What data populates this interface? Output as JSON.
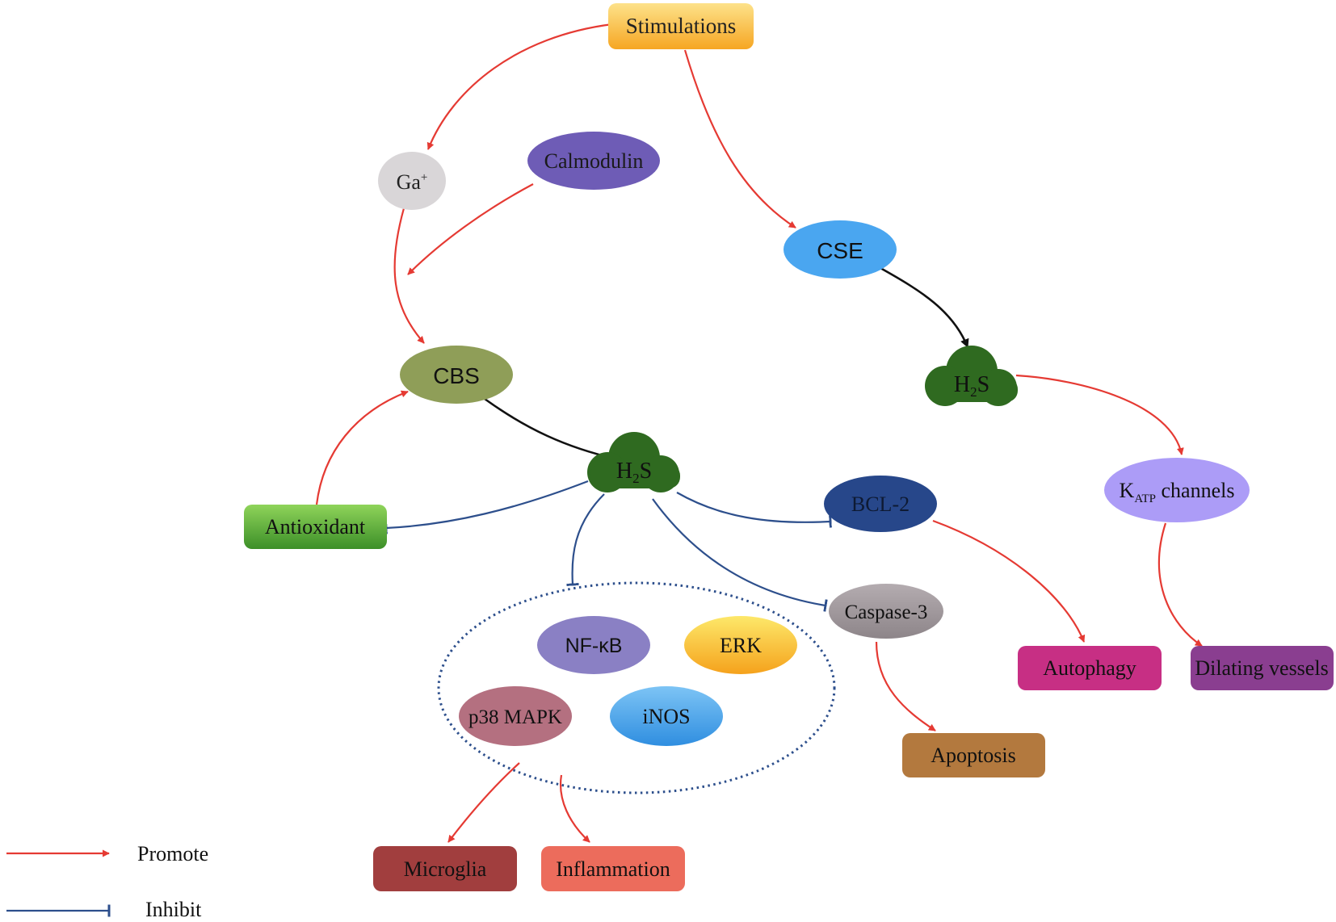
{
  "colors": {
    "promote": "#e53a33",
    "inhibit": "#2d4f8c",
    "flow": "#111111"
  },
  "nodes": {
    "stimulations": "Stimulations",
    "ga": "Ga",
    "ga_sup": "+",
    "calmodulin": "Calmodulin",
    "cse": "CSE",
    "cbs": "CBS",
    "h2s_left_a": "H",
    "h2s_left_sub": "2",
    "h2s_left_b": "S",
    "h2s_right_a": "H",
    "h2s_right_sub": "2",
    "h2s_right_b": "S",
    "antioxidant": "Antioxidant",
    "bcl2": "BCL-2",
    "katp_k": "K",
    "katp_sub": "ATP",
    "katp_rest": " channels",
    "caspase3": "Caspase-3",
    "nfkb": "NF-κB",
    "erk": "ERK",
    "p38": "p38 MAPK",
    "inos": "iNOS",
    "autophagy": "Autophagy",
    "dilating": "Dilating vessels",
    "apoptosis": "Apoptosis",
    "microglia": "Microglia",
    "inflammation": "Inflammation"
  },
  "legend": {
    "promote": "Promote",
    "inhibit": "Inhibit"
  }
}
